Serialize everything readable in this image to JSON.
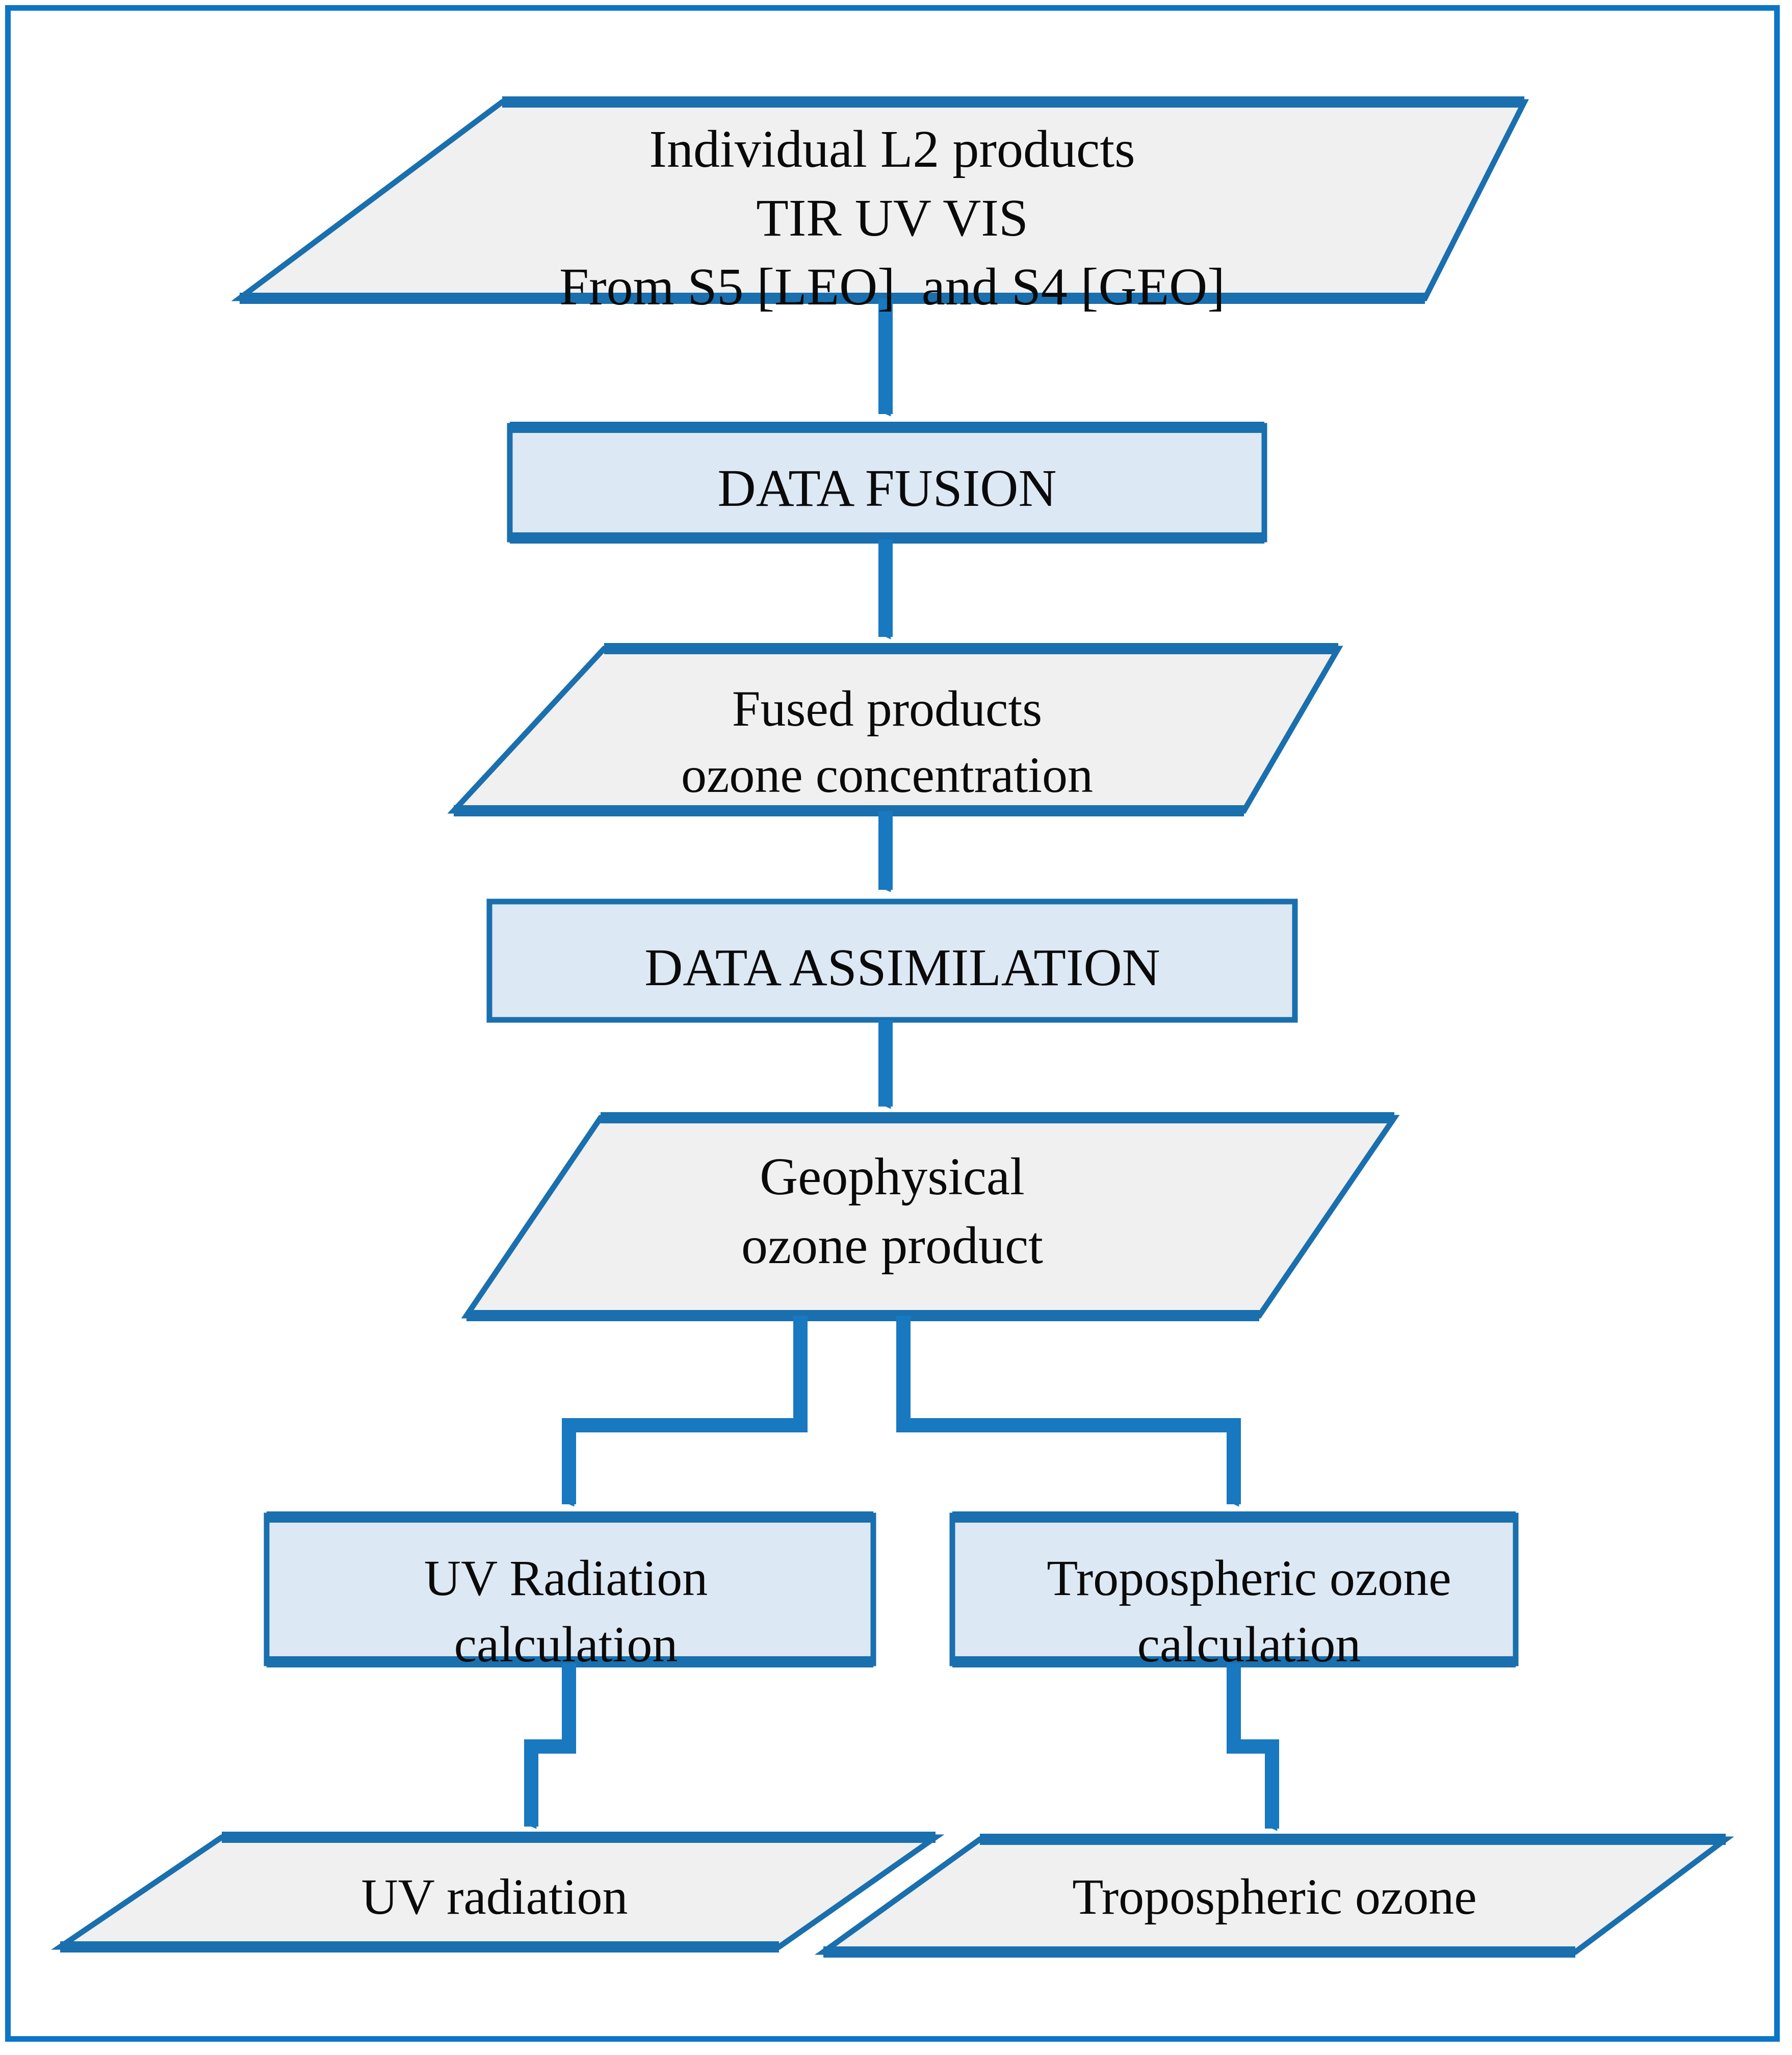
{
  "diagram": {
    "title": "Ozone data processing flowchart",
    "colors": {
      "frame_border": "#0b76c8",
      "shape_stroke": "#1a6fae",
      "arrow": "#1878c0",
      "process_fill": "#dce8f4",
      "data_fill": "#f0f0f0",
      "text": "#0a0a0a"
    },
    "nodes": [
      {
        "id": "individual-l2-products",
        "shape": "parallelogram",
        "role": "data",
        "lines": [
          "Individual L2 products",
          "TIR UV VIS",
          "From S5 [LEO]  and S4 [GEO]"
        ],
        "text": "Individual L2 products\nTIR UV VIS\nFrom S5 [LEO]  and S4 [GEO]"
      },
      {
        "id": "data-fusion",
        "shape": "rectangle",
        "role": "process",
        "lines": [
          "DATA FUSION"
        ],
        "text": "DATA FUSION"
      },
      {
        "id": "fused-products",
        "shape": "parallelogram",
        "role": "data",
        "lines": [
          "Fused products",
          "ozone concentration"
        ],
        "text": "Fused products\nozone concentration"
      },
      {
        "id": "data-assimilation",
        "shape": "rectangle",
        "role": "process",
        "lines": [
          "DATA ASSIMILATION"
        ],
        "text": "DATA ASSIMILATION"
      },
      {
        "id": "geophysical-ozone-product",
        "shape": "parallelogram",
        "role": "data",
        "lines": [
          "Geophysical",
          "ozone product"
        ],
        "text": "Geophysical\nozone product"
      },
      {
        "id": "uv-radiation-calculation",
        "shape": "rectangle",
        "role": "process",
        "lines": [
          "UV Radiation",
          "calculation"
        ],
        "text": "UV Radiation\ncalculation"
      },
      {
        "id": "tropospheric-ozone-calculation",
        "shape": "rectangle",
        "role": "process",
        "lines": [
          "Tropospheric ozone",
          "calculation"
        ],
        "text": "Tropospheric ozone\ncalculation"
      },
      {
        "id": "uv-radiation-output",
        "shape": "parallelogram",
        "role": "data",
        "lines": [
          "UV radiation"
        ],
        "text": "UV radiation"
      },
      {
        "id": "tropospheric-ozone-output",
        "shape": "parallelogram",
        "role": "data",
        "lines": [
          "Tropospheric ozone"
        ],
        "text": "Tropospheric ozone"
      }
    ],
    "edges": [
      {
        "from": "individual-l2-products",
        "to": "data-fusion",
        "style": "straight-down"
      },
      {
        "from": "data-fusion",
        "to": "fused-products",
        "style": "straight-down"
      },
      {
        "from": "fused-products",
        "to": "data-assimilation",
        "style": "straight-down"
      },
      {
        "from": "data-assimilation",
        "to": "geophysical-ozone-product",
        "style": "straight-down"
      },
      {
        "from": "geophysical-ozone-product",
        "to": "uv-radiation-calculation",
        "style": "elbow-left"
      },
      {
        "from": "geophysical-ozone-product",
        "to": "tropospheric-ozone-calculation",
        "style": "elbow-right"
      },
      {
        "from": "uv-radiation-calculation",
        "to": "uv-radiation-output",
        "style": "jog-down"
      },
      {
        "from": "tropospheric-ozone-calculation",
        "to": "tropospheric-ozone-output",
        "style": "jog-down"
      }
    ]
  }
}
